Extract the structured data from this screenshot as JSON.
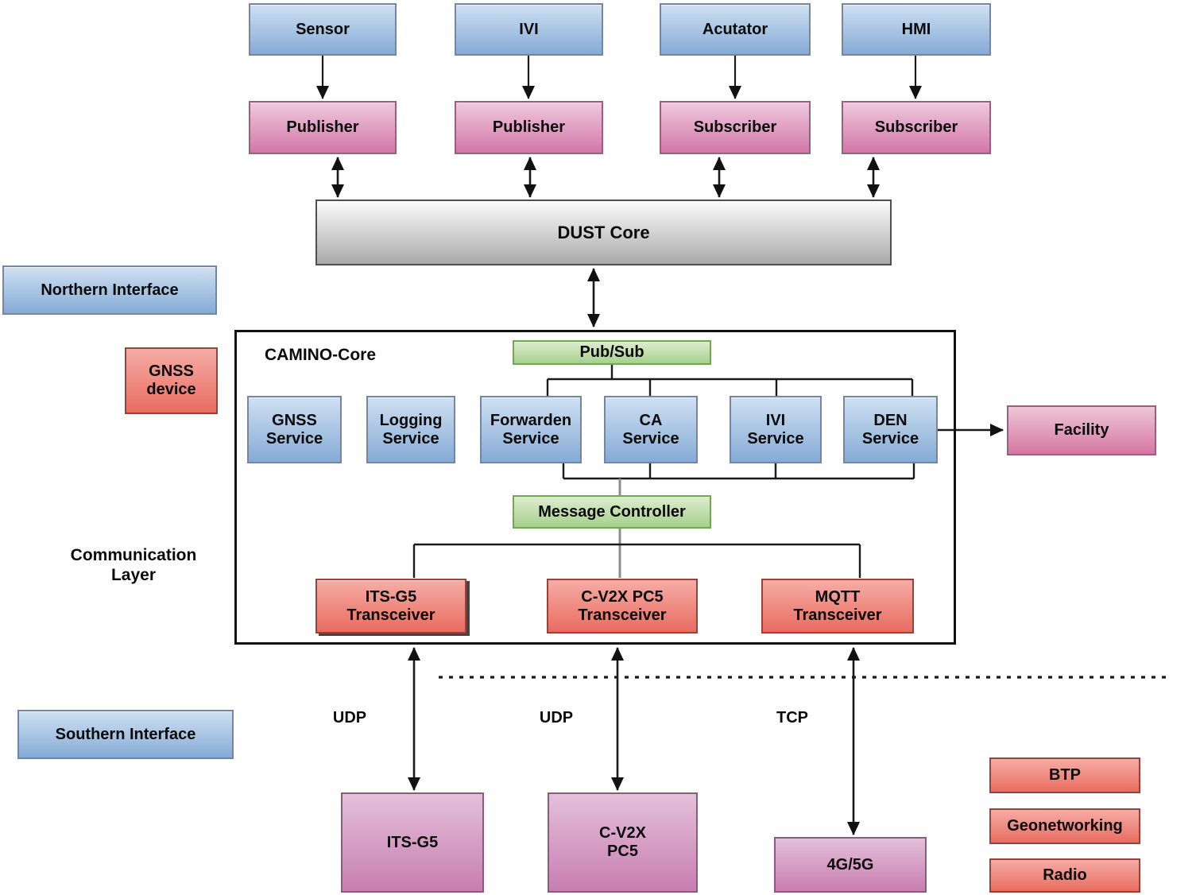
{
  "nodes": {
    "sensor": "Sensor",
    "ivi": "IVI",
    "acutator": "Acutator",
    "hmi": "HMI",
    "publisher1": "Publisher",
    "publisher2": "Publisher",
    "subscriber1": "Subscriber",
    "subscriber2": "Subscriber",
    "dust_core": "DUST Core",
    "northern_interface": "Northern Interface",
    "gnss_device": "GNSS\ndevice",
    "camino_core": "CAMINO-Core",
    "pub_sub": "Pub/Sub",
    "gnss_service": "GNSS\nService",
    "logging_service": "Logging\nService",
    "forwarden_service": "Forwarden\nService",
    "ca_service": "CA\nService",
    "ivi_service": "IVI\nService",
    "den_service": "DEN\nService",
    "facility": "Facility",
    "message_controller": "Message Controller",
    "itsg5_transceiver": "ITS-G5\nTransceiver",
    "cv2x_transceiver": "C-V2X PC5\nTransceiver",
    "mqtt_transceiver": "MQTT\nTransceiver",
    "communication_layer": "Communication\nLayer",
    "southern_interface": "Southern Interface",
    "udp_left": "UDP",
    "udp_mid": "UDP",
    "tcp": "TCP",
    "itsg5_bottom": "ITS-G5",
    "cv2x_bottom": "C-V2X\nPC5",
    "g4g5": "4G/5G",
    "btp": "BTP",
    "geonetworking": "Geonetworking",
    "radio": "Radio"
  },
  "colors": {
    "blue_fill_top": "#cfe0f2",
    "blue_fill_bottom": "#85abd6",
    "blue_border": "#7585a3",
    "pink_fill_top": "#eec9de",
    "pink_fill_bottom": "#d377a7",
    "pink_border": "#9a5e81",
    "gray_fill_top": "#fcfcfc",
    "gray_fill_bottom": "#a9a9a9",
    "gray_border": "#4f4f4f",
    "green_fill_top": "#ddedcf",
    "green_fill_bottom": "#a6d08c",
    "green_border": "#71a653",
    "red_fill_top": "#f6aca5",
    "red_fill_bottom": "#e96c60",
    "red_border": "#99423c",
    "purple_fill_top": "#e4c0da",
    "purple_fill_bottom": "#c87eb0",
    "purple_border": "#8a5a7f",
    "line": "#1a1a1a",
    "gray_line": "#8c8c8c"
  }
}
